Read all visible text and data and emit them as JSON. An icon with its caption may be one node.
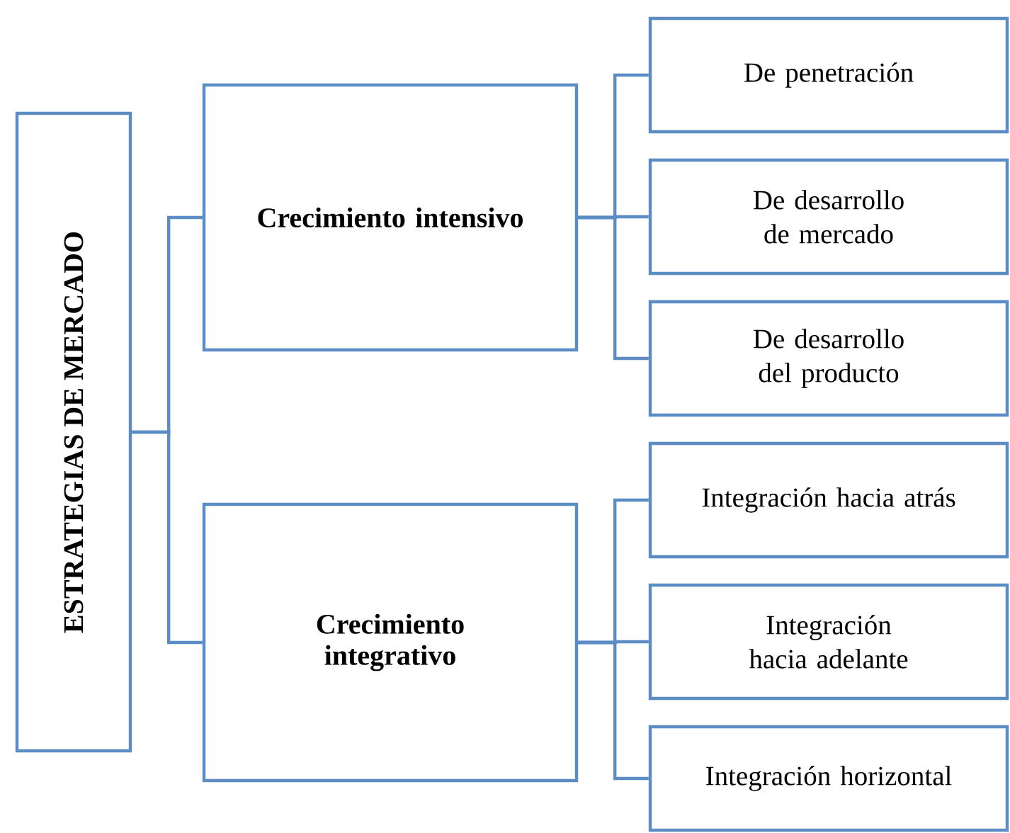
{
  "diagram": {
    "nodes": [
      {
        "text": [
          "ESTRATEGIAS DE MERCADO"
        ]
      },
      {
        "text": [
          "Crecimiento intensivo"
        ]
      },
      {
        "text": [
          "Crecimiento integrativo"
        ]
      },
      {
        "text": [
          "De penetración"
        ]
      },
      {
        "text": [
          "De desarrollo de mercado"
        ]
      },
      {
        "text": [
          "De desarrollo del producto"
        ]
      },
      {
        "text": [
          "Integración hacia atrás"
        ]
      },
      {
        "text": [
          "Integración hacia adelante"
        ]
      },
      {
        "text": [
          "Integración horizontal"
        ]
      }
    ],
    "edges": [
      {
        "from": 0,
        "to": 1,
        "arrow": "none"
      },
      {
        "from": 0,
        "to": 2,
        "arrow": "none"
      },
      {
        "from": 1,
        "to": 3,
        "arrow": "none"
      },
      {
        "from": 1,
        "to": 4,
        "arrow": "none"
      },
      {
        "from": 1,
        "to": 5,
        "arrow": "none"
      },
      {
        "from": 2,
        "to": 6,
        "arrow": "none"
      },
      {
        "from": 2,
        "to": 7,
        "arrow": "none"
      },
      {
        "from": 2,
        "to": 8,
        "arrow": "none"
      }
    ]
  }
}
